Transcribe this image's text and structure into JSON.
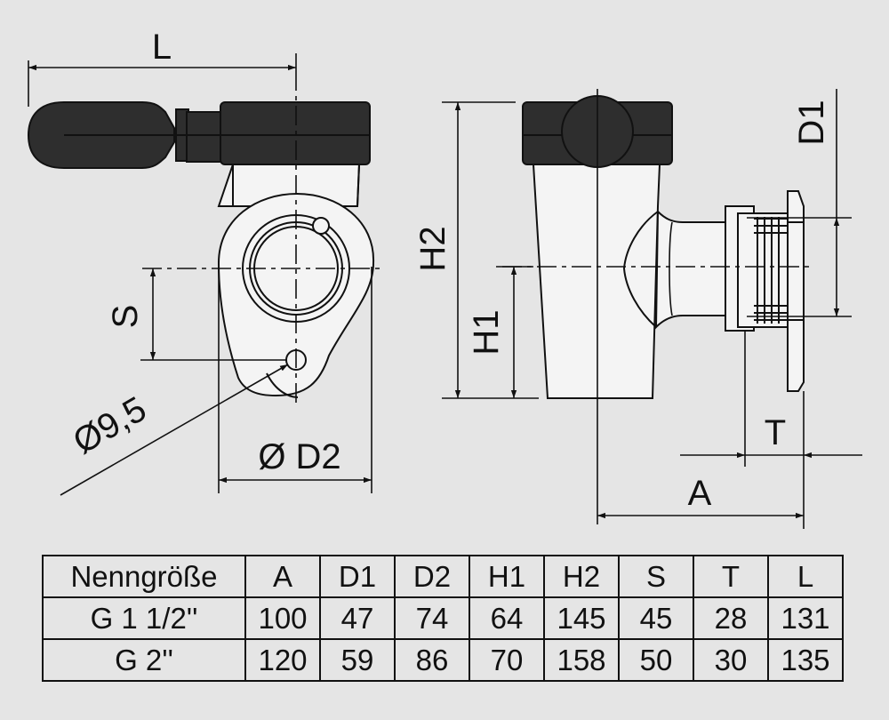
{
  "labels": {
    "L": "L",
    "S": "S",
    "diam95": "Ø9,5",
    "D2": "Ø D2",
    "H2": "H2",
    "H1": "H1",
    "D1": "D1",
    "T": "T",
    "A": "A"
  },
  "table": {
    "headers": [
      "Nenngröße",
      "A",
      "D1",
      "D2",
      "H1",
      "H2",
      "S",
      "T",
      "L"
    ],
    "rows": [
      [
        "G 1 1/2''",
        "100",
        "47",
        "74",
        "64",
        "145",
        "45",
        "28",
        "131"
      ],
      [
        "G 2''",
        "120",
        "59",
        "86",
        "70",
        "158",
        "50",
        "30",
        "135"
      ]
    ]
  },
  "colors": {
    "background": "#e5e5e5",
    "body": "#f4f4f4",
    "handle": "#2e2e2e",
    "line": "#111111"
  }
}
